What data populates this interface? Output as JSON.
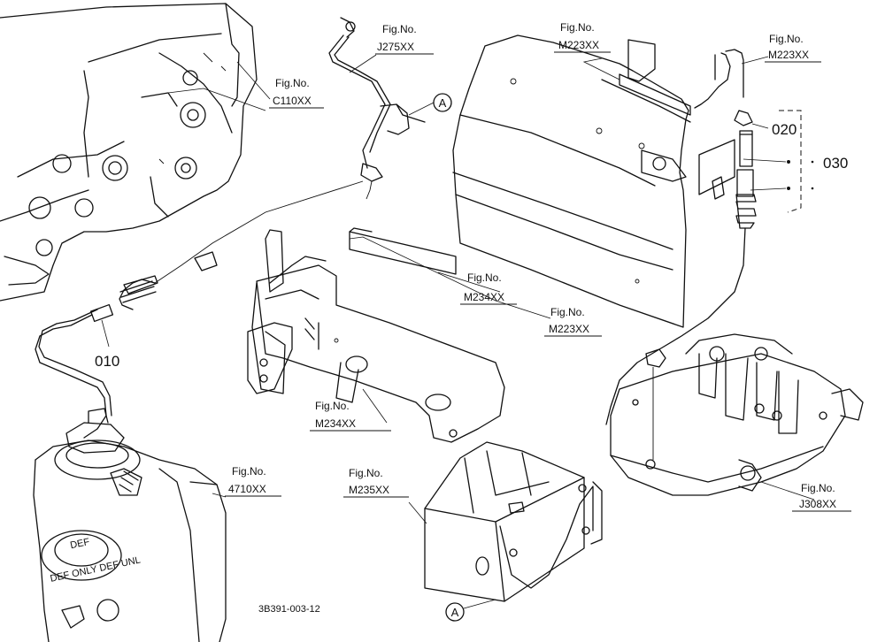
{
  "callouts": [
    {
      "fig": "Fig.No.",
      "code": "J275XX"
    },
    {
      "fig": "Fig.No.",
      "code": "C110XX"
    },
    {
      "fig": "Fig.No.",
      "code": "M223XX"
    },
    {
      "fig": "Fig.No.",
      "code": "M223XX"
    },
    {
      "fig": "Fig.No.",
      "code": "M234XX"
    },
    {
      "fig": "Fig.No.",
      "code": "M223XX"
    },
    {
      "fig": "Fig.No.",
      "code": "M234XX"
    },
    {
      "fig": "Fig.No.",
      "code": "M235XX"
    },
    {
      "fig": "Fig.No.",
      "code": "4710XX"
    },
    {
      "fig": "Fig.No.",
      "code": "J308XX"
    }
  ],
  "part_numbers": [
    "010",
    "020",
    "030"
  ],
  "connection_marks": [
    "A",
    "A"
  ],
  "drawing_id": "3B391-003-12",
  "cap_text": [
    "DEF",
    "DEF ONLY DEF UNL"
  ]
}
